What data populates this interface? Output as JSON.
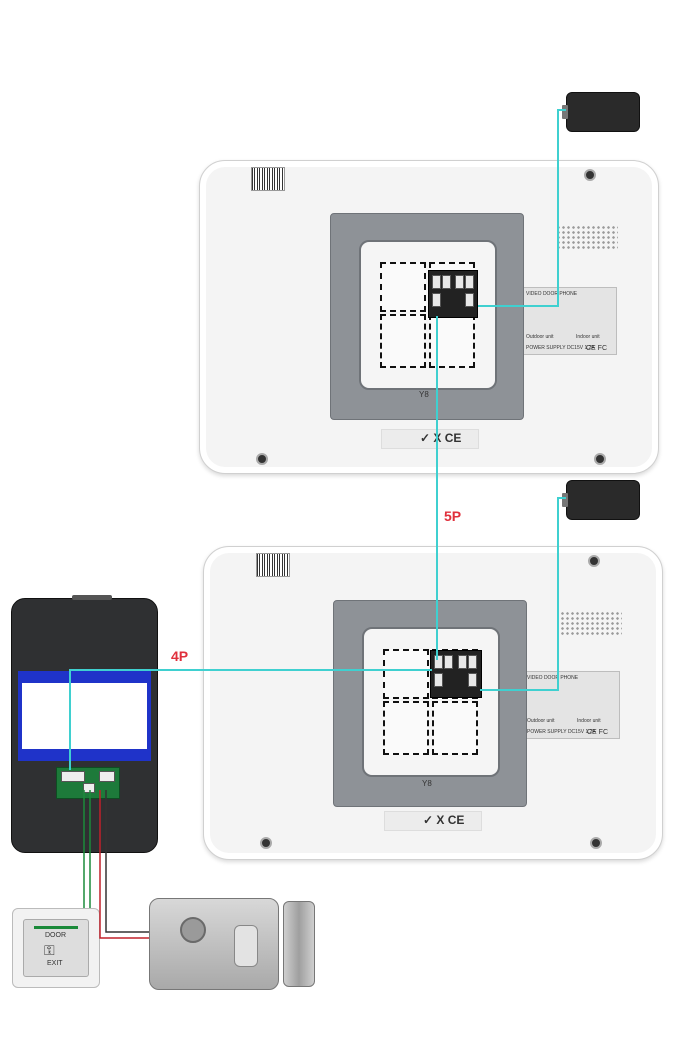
{
  "labels": {
    "five_pin": "5P",
    "four_pin": "4P"
  },
  "monitor_top": {
    "plate_title": "VIDEO DOOR PHONE",
    "plate_outdoor": "Outdoor unit",
    "plate_indoor": "Indoor unit",
    "plate_power": "POWER SUPPLY DC15V 1.2A",
    "plate_marks": "CE FC",
    "bottom_marks": "✓ X CE",
    "bracket_mark": "Y8"
  },
  "monitor_bottom": {
    "plate_title": "VIDEO DOOR PHONE",
    "plate_outdoor": "Outdoor unit",
    "plate_indoor": "Indoor unit",
    "plate_power": "POWER SUPPLY DC15V 1.2A",
    "plate_marks": "CE FC",
    "bottom_marks": "✓ X CE",
    "bracket_mark": "Y8"
  },
  "exit_button": {
    "top_text": "DOOR",
    "bottom_text": "EXIT"
  },
  "colors": {
    "cable": "#3fd0d0",
    "pin_label": "#e0303c",
    "outdoor_band": "#1f33c9",
    "wire_green": "#1b8a3a",
    "wire_red": "#c0202a"
  }
}
